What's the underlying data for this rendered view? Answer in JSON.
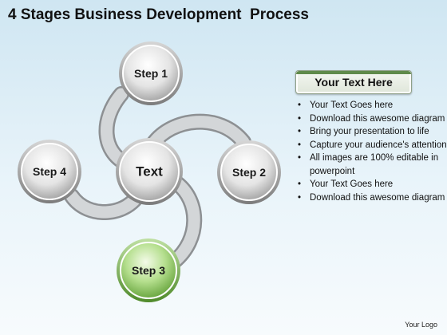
{
  "title": "4 Stages Business Development  Process",
  "nodes": {
    "center": "Text",
    "step1": "Step 1",
    "step2": "Step 2",
    "step3": "Step 3",
    "step4": "Step 4"
  },
  "colors": {
    "node_gray": "#9a9a9a",
    "node_highlight": "#7fbf54",
    "connector": "#b9bcbe",
    "banner_accent": "#5f8a4a"
  },
  "panel": {
    "heading": "Your Text Here",
    "bullets": [
      "Your Text Goes here",
      "Download this awesome diagram",
      "Bring your presentation to life",
      "Capture your audience's attention",
      "All images are 100% editable in powerpoint",
      "Your Text Goes here",
      "Download this awesome diagram"
    ]
  },
  "footer": {
    "logo": "Your Logo"
  }
}
